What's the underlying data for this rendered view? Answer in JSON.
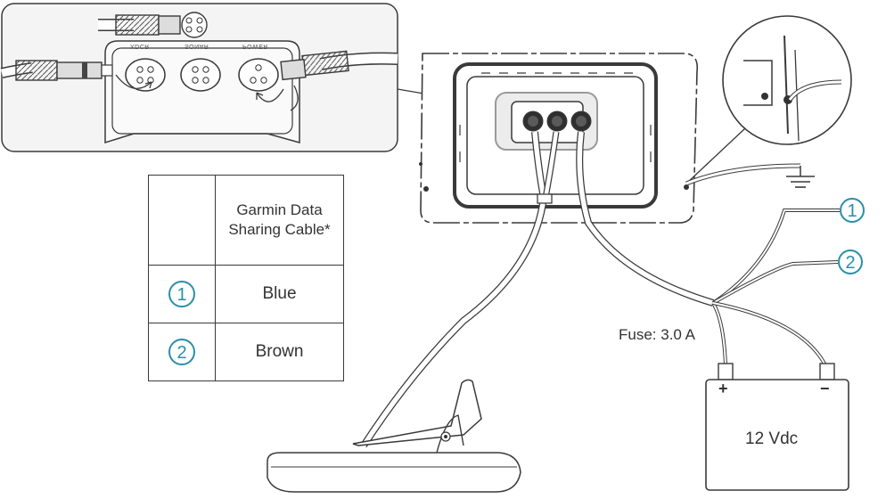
{
  "table": {
    "header": "Garmin Data Sharing Cable*",
    "rows": [
      {
        "marker": "1",
        "color": "Blue"
      },
      {
        "marker": "2",
        "color": "Brown"
      }
    ]
  },
  "wire_markers": [
    "1",
    "2"
  ],
  "fuse_label": "Fuse: 3.0 A",
  "battery": {
    "label": "12 Vdc",
    "positive": "+",
    "negative": "−"
  },
  "ports": [
    "XDCR",
    "SONAR",
    "POWER"
  ],
  "colors": {
    "line": "#3a3a3a",
    "accent": "#2a8fa8",
    "inset_fill": "#f4f4f4"
  },
  "icons": [
    "ground-icon",
    "transducer-icon",
    "cable-connector-icon"
  ]
}
